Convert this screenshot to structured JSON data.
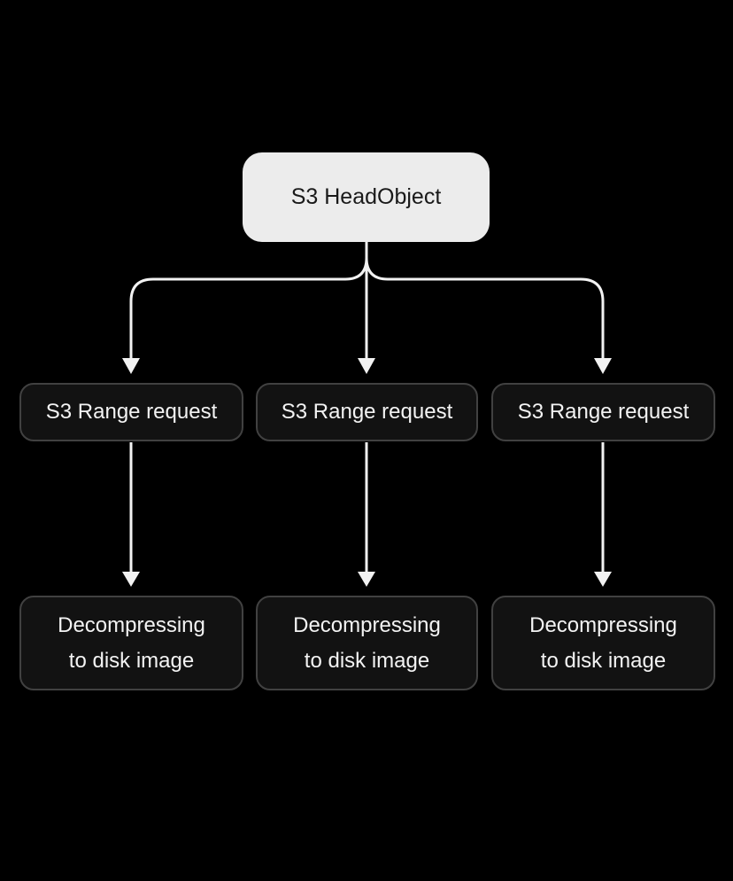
{
  "diagram": {
    "root": {
      "label": "S3 HeadObject"
    },
    "middle": [
      {
        "label": "S3 Range request"
      },
      {
        "label": "S3 Range request"
      },
      {
        "label": "S3 Range request"
      }
    ],
    "bottom": [
      {
        "label": "Decompressing\nto disk image"
      },
      {
        "label": "Decompressing\nto disk image"
      },
      {
        "label": "Decompressing\nto disk image"
      }
    ]
  },
  "colors": {
    "background": "#000000",
    "root_fill": "#ececec",
    "root_text": "#1a1a1a",
    "node_fill": "#121212",
    "node_border": "#414141",
    "node_text": "#f3f3f3",
    "arrow": "#f2f2f2"
  }
}
